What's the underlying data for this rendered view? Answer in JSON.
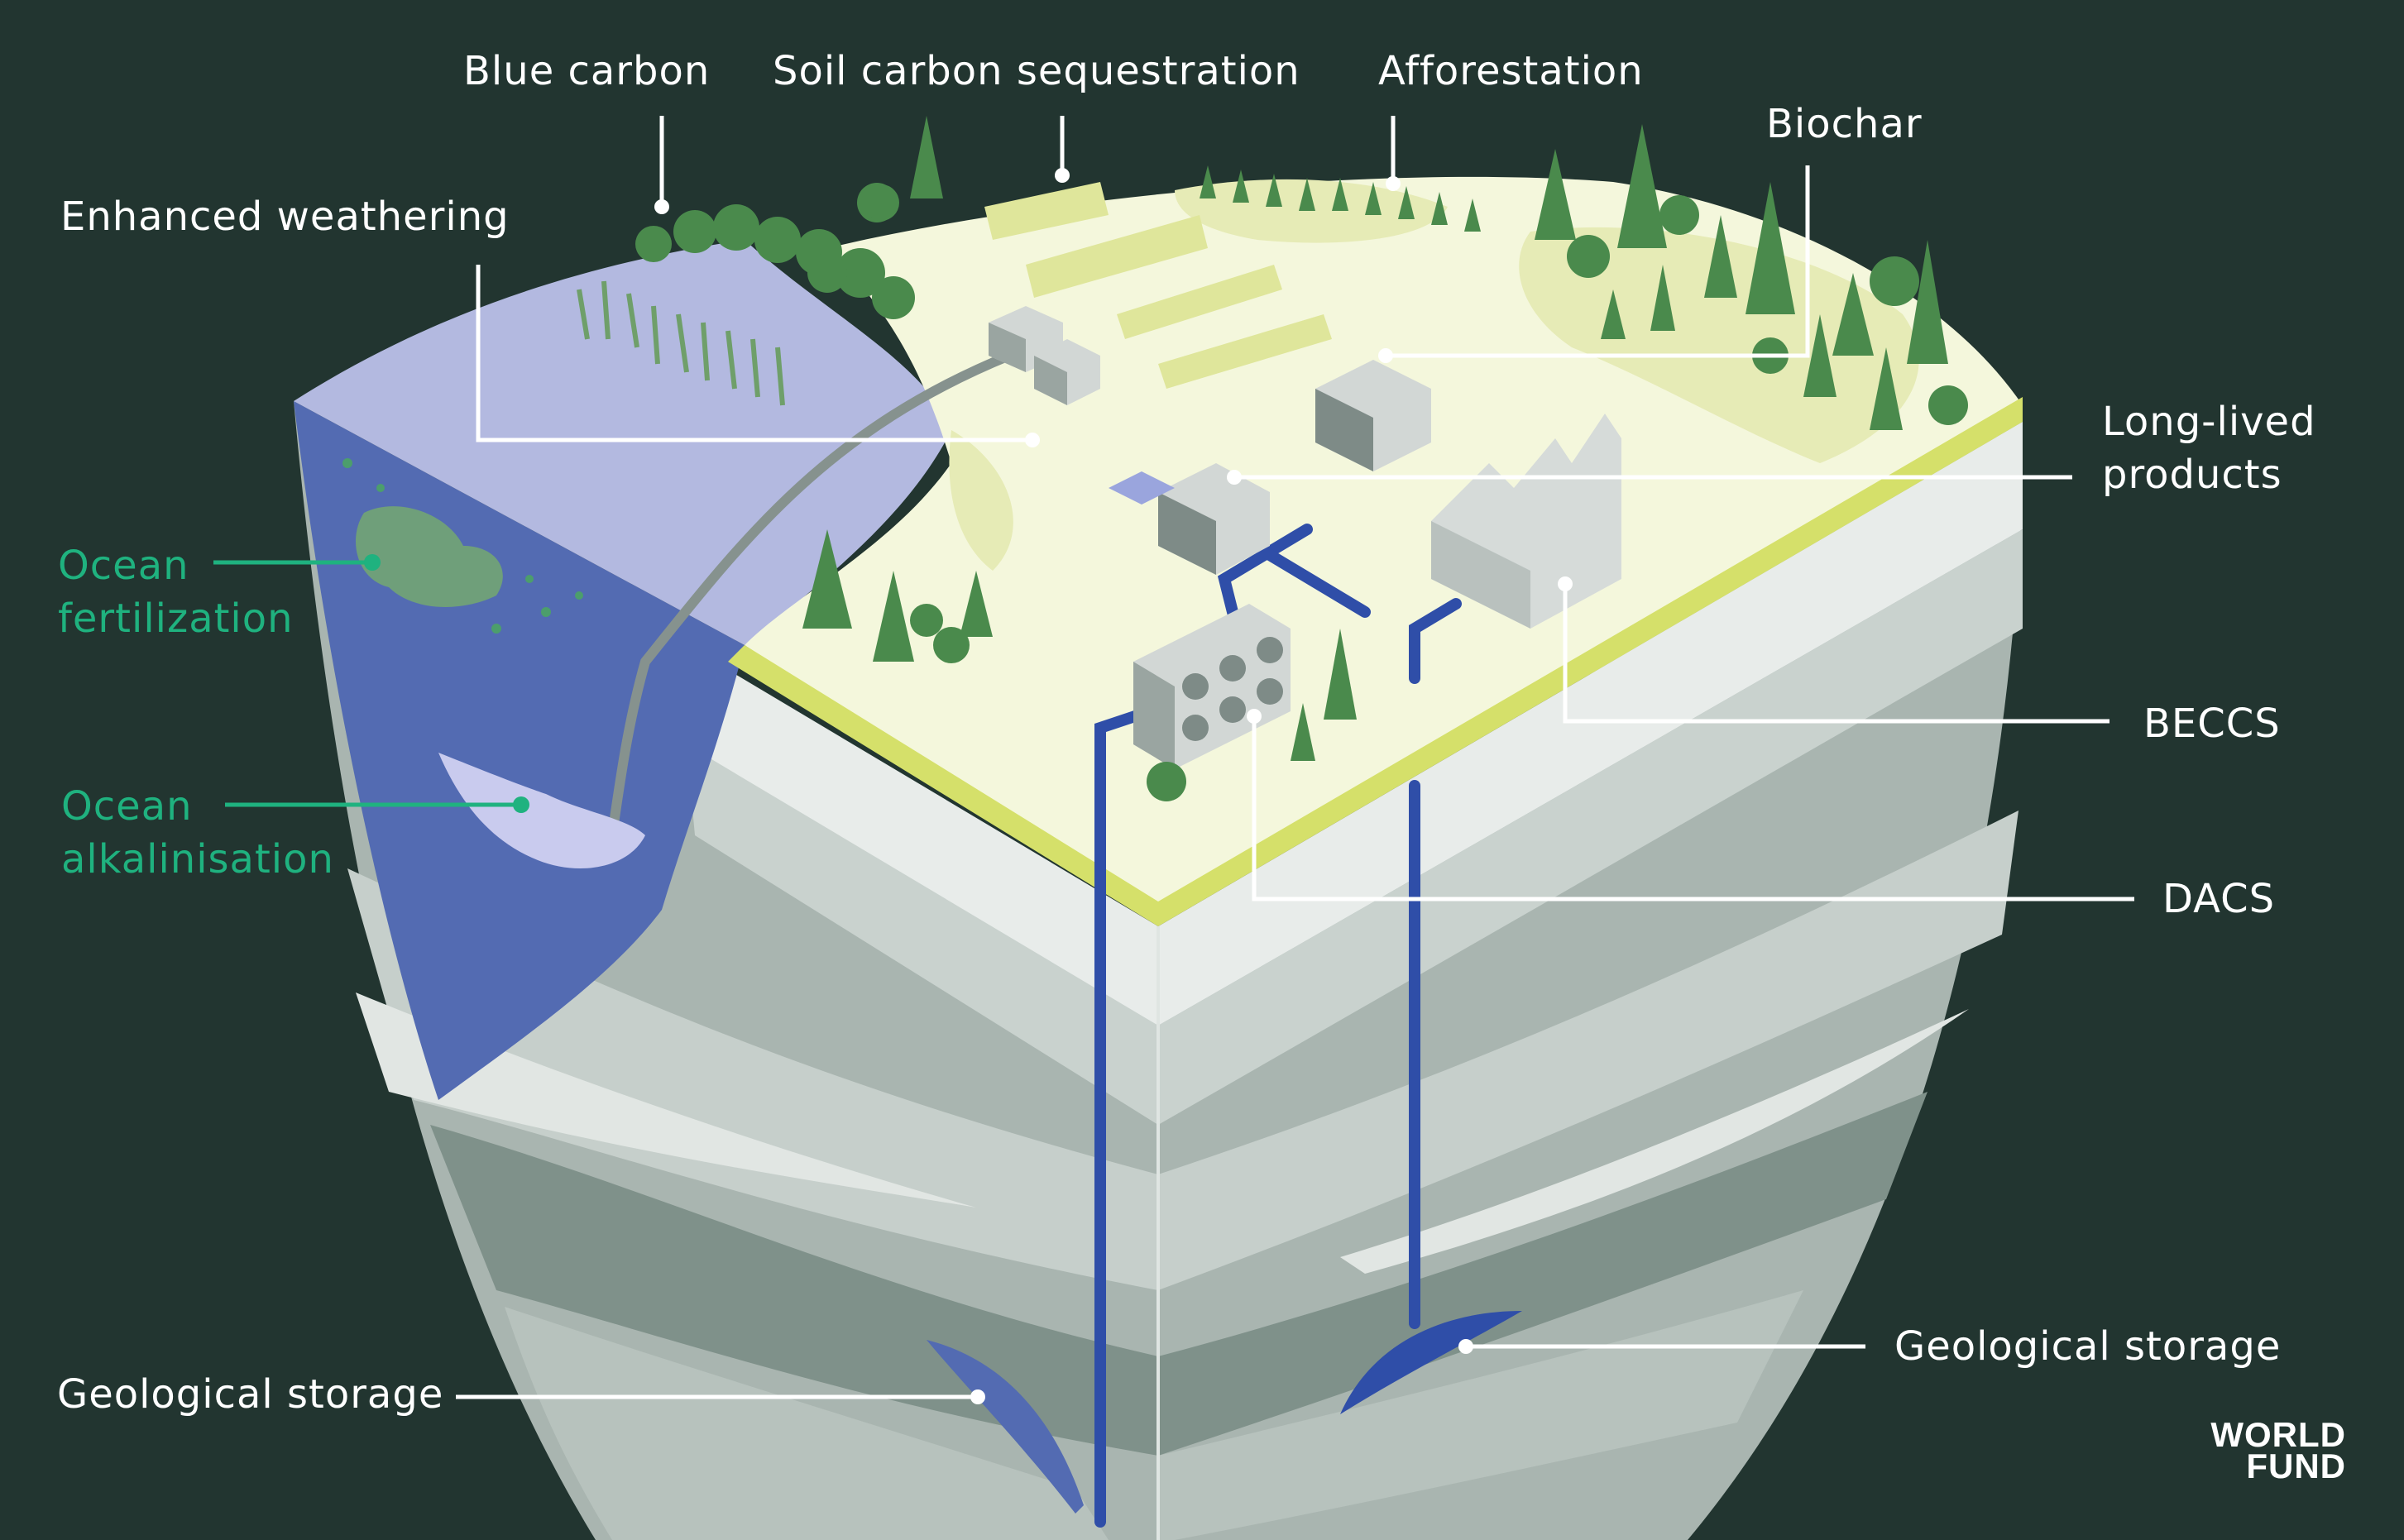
{
  "labels": {
    "blue_carbon": "Blue carbon",
    "soil_carbon": "Soil carbon sequestration",
    "afforestation": "Afforestation",
    "biochar": "Biochar",
    "enhanced_weathering": "Enhanced weathering",
    "long_lived_line1": "Long-lived",
    "long_lived_line2": "products",
    "ocean_fert_line1": "Ocean",
    "ocean_fert_line2": "fertilization",
    "ocean_alk_line1": "Ocean",
    "ocean_alk_line2": "alkalinisation",
    "beccs": "BECCS",
    "dacs": "DACS",
    "geo_left": "Geological storage",
    "geo_right": "Geological storage"
  },
  "logo": {
    "line1": "WORLD",
    "line2": "FUND"
  },
  "colors": {
    "background": "#223530",
    "land": "#f4f7dc",
    "land_edge": "#d5e06a",
    "ocean": "#536bb2",
    "ocean_surface": "#b3b9e0",
    "pipe": "#2f4ea8",
    "tree": "#4a8a4c",
    "label_white": "#ffffff",
    "label_green": "#1fb27f"
  }
}
